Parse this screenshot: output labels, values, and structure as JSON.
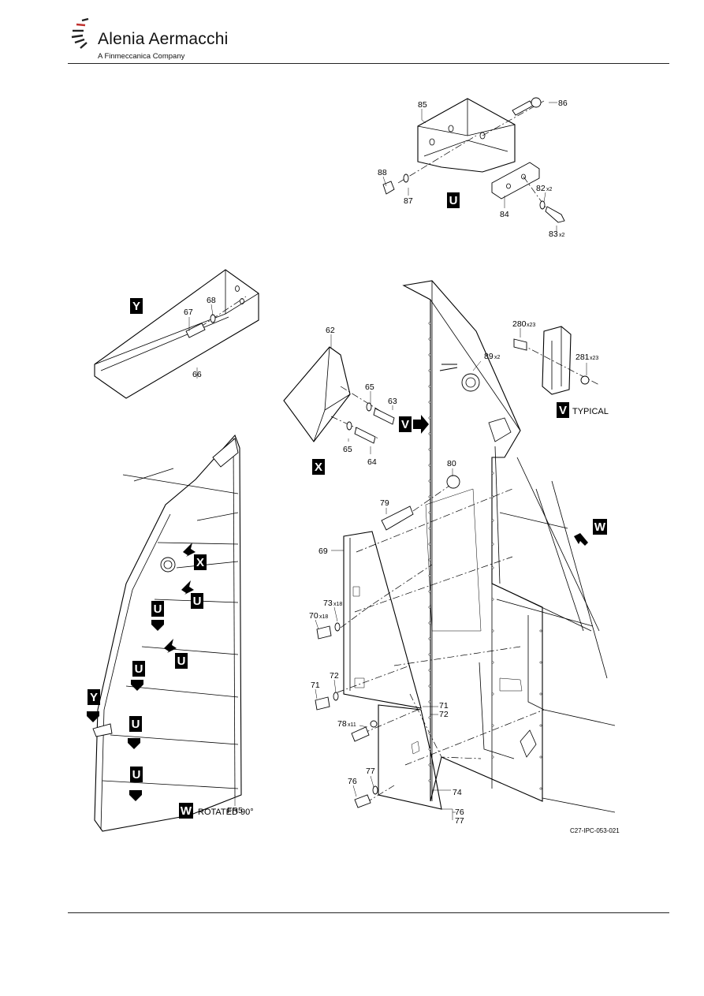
{
  "header": {
    "brand": "Alenia Aermacchi",
    "tagline": "A Finmeccanica Company"
  },
  "view_letters": {
    "U": "U",
    "V": "V",
    "W": "W",
    "X": "X",
    "Y": "Y"
  },
  "captions": {
    "v_typical": "TYPICAL",
    "w_rotated": "ROTATED 90°",
    "frame": "FR5"
  },
  "figure_ref": "C27-IPC-053-021",
  "callouts": {
    "c62": "62",
    "c63": "63",
    "c64": "64",
    "c65a": "65",
    "c65b": "65",
    "c66": "66",
    "c67": "67",
    "c68": "68",
    "c69": "69",
    "c70": "70",
    "c70q": "x18",
    "c71a": "71",
    "c71b": "71",
    "c72a": "72",
    "c72b": "72",
    "c73": "73",
    "c73q": "x18",
    "c74": "74",
    "c76a": "76",
    "c76b": "76",
    "c77a": "77",
    "c77b": "77",
    "c78": "78",
    "c78q": "x11",
    "c79": "79",
    "c80": "80",
    "c82": "82",
    "c82q": "x2",
    "c83": "83",
    "c83q": "x2",
    "c84": "84",
    "c85": "85",
    "c86": "86",
    "c87": "87",
    "c88": "88",
    "c89": "89",
    "c89q": "x2",
    "c280": "280",
    "c280q": "x23",
    "c281": "281",
    "c281q": "x23"
  },
  "colors": {
    "ink": "#000000",
    "paper": "#ffffff"
  }
}
